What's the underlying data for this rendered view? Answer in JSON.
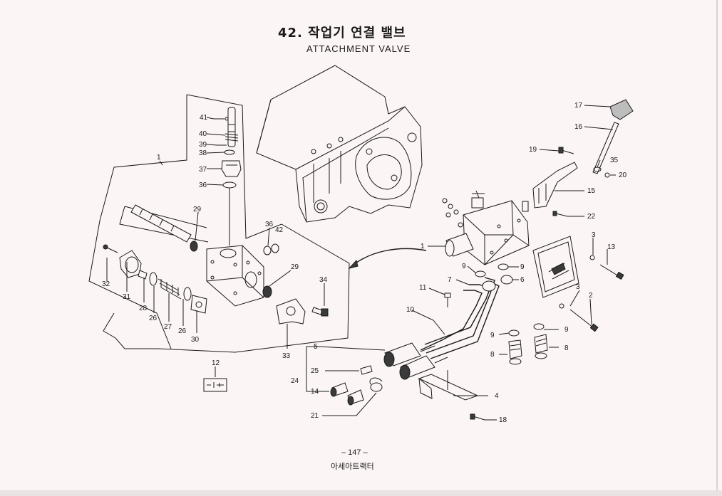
{
  "header": {
    "title_ko": "42. 작업기 연결 밸브",
    "title_en": "ATTACHMENT VALVE"
  },
  "footer": {
    "page_number": "– 147 –",
    "brand": "아세아트랙터"
  },
  "callouts": {
    "c41": "41",
    "c40": "40",
    "c39": "39",
    "c38": "38",
    "c37": "37",
    "c36a": "36",
    "c1a": "1",
    "c29a": "29",
    "c36b": "36",
    "c42": "42",
    "c29b": "29",
    "c34": "34",
    "c32": "32",
    "c31": "31",
    "c28": "28",
    "c26a": "26",
    "c27": "27",
    "c26b": "26",
    "c30": "30",
    "c33": "33",
    "c12": "12",
    "c17": "17",
    "c16": "16",
    "c19": "19",
    "c35": "35",
    "c20": "20",
    "c15": "15",
    "c22": "22",
    "c1b": "1",
    "c3a": "3",
    "c13": "13",
    "c9a": "9",
    "c9b": "9",
    "c7": "7",
    "c6": "6",
    "c11": "11",
    "c3b": "3",
    "c2": "2",
    "c10": "10",
    "c9c": "9",
    "c9d": "9",
    "c5": "5",
    "c8a": "8",
    "c8b": "8",
    "c24": "24",
    "c25": "25",
    "c14": "14",
    "c4": "4",
    "c21": "21",
    "c18": "18"
  }
}
